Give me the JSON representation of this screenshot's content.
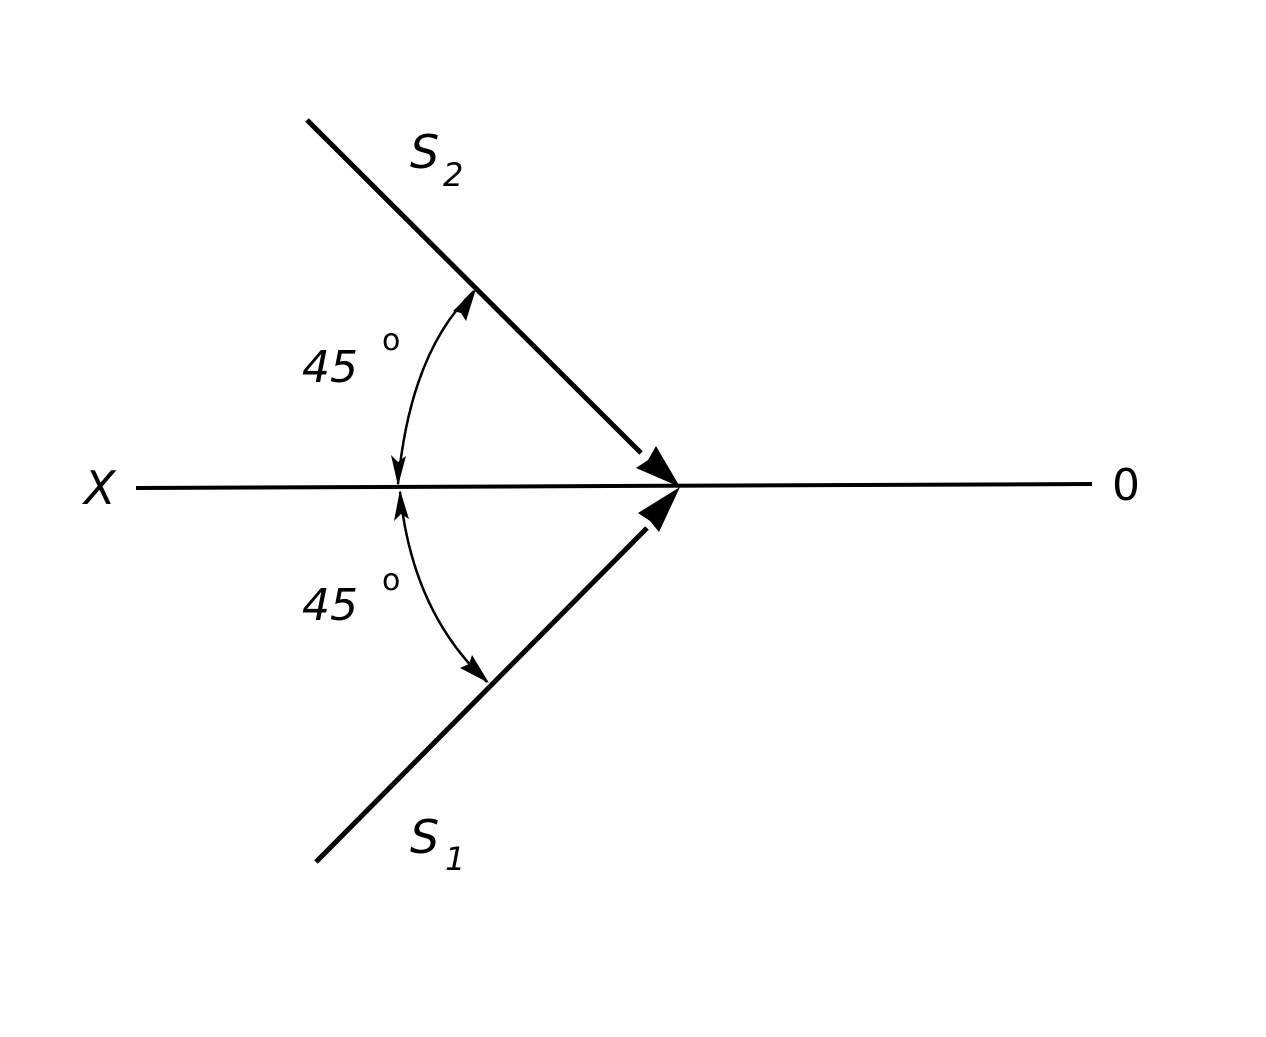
{
  "labels": {
    "x_axis_end": "X",
    "o_axis_end": "0",
    "source_upper": "S",
    "source_upper_sub": "2",
    "source_lower": "S",
    "source_lower_sub": "1",
    "angle_upper": "45",
    "angle_upper_unit": "o",
    "angle_lower": "45",
    "angle_lower_unit": "o"
  },
  "angles_deg": {
    "upper": 45,
    "lower": 45
  },
  "colors": {
    "stroke": "#000000",
    "background": "#ffffff"
  }
}
